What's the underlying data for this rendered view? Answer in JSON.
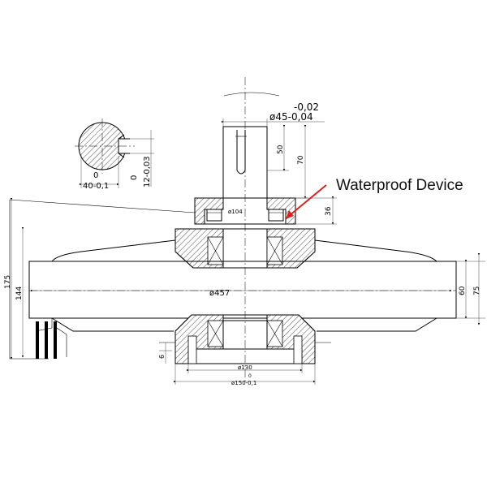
{
  "annotation": {
    "label": "Waterproof Device",
    "arrow_color": "#e0201c"
  },
  "dimensions": {
    "shaft_tol_upper": "-0,02",
    "shaft_diameter": "ø45-0,04",
    "shaft_flat_length": "50",
    "shaft_length": "70",
    "seal_height": "36",
    "key_depth_zero": "0",
    "key_depth": "40-0,1",
    "key_width_zero": "0",
    "key_width": "12-0,03",
    "top_bore": "ø104",
    "rim_diameter": "ø457",
    "rim_height": "60",
    "rim_height_outer": "75",
    "overall_height": "175",
    "body_height": "144",
    "base_bore": "ø130",
    "base_tol_zero": "0",
    "base_diameter": "ø150-0,1",
    "flange_thickness": "6"
  }
}
